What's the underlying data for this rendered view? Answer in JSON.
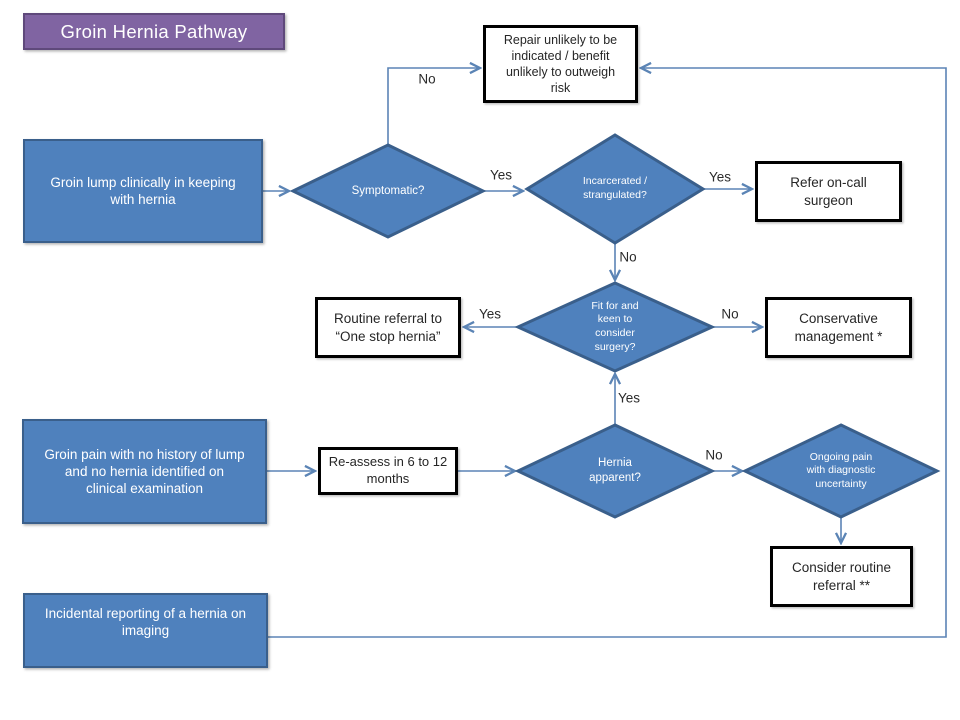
{
  "title": "Groin Hernia Pathway",
  "nodes": {
    "groin_lump": {
      "text": "Groin lump clinically in keeping\nwith hernia"
    },
    "groin_pain": {
      "text": "Groin pain with no history of lump\nand no hernia identified on\nclinical examination"
    },
    "incidental": {
      "text": "Incidental reporting of a hernia on\nimaging"
    },
    "symptomatic": {
      "text": "Symptomatic?"
    },
    "incarcerated": {
      "text": "Incarcerated /\nstrangulated?"
    },
    "fit_for_surgery": {
      "text": "Fit for and\nkeen to\nconsider\nsurgery?"
    },
    "hernia_apparent": {
      "text": "Hernia\napparent?"
    },
    "ongoing_pain": {
      "text": "Ongoing pain\nwith diagnostic\nuncertainty"
    },
    "repair_unlikely": {
      "text": "Repair unlikely to be\nindicated / benefit\nunlikely to outweigh\nrisk"
    },
    "refer_oncall": {
      "text": "Refer on-call\nsurgeon"
    },
    "routine_referral": {
      "text": "Routine referral to\n“One stop hernia”"
    },
    "conservative": {
      "text": "Conservative\nmanagement *"
    },
    "reassess": {
      "text": "Re-assess in 6 to 12\nmonths"
    },
    "consider_referral": {
      "text": "Consider routine\nreferral **"
    }
  },
  "edge_labels": {
    "symptomatic_no": "No",
    "symptomatic_yes": "Yes",
    "incarcerated_yes": "Yes",
    "incarcerated_no": "No",
    "fit_yes_left": "Yes",
    "fit_no_right": "No",
    "fit_yes_bottom": "Yes",
    "hernia_no": "No"
  },
  "colors": {
    "box_fill": "#4f81bd",
    "box_border": "#3a5f8b",
    "title_fill": "#8064a2",
    "title_border": "#5f497b",
    "outcome_fill": "#ffffff",
    "outcome_border": "#000000",
    "connector": "#5b84b5",
    "text_on_blue": "#ffffff",
    "text_dark": "#262626"
  }
}
